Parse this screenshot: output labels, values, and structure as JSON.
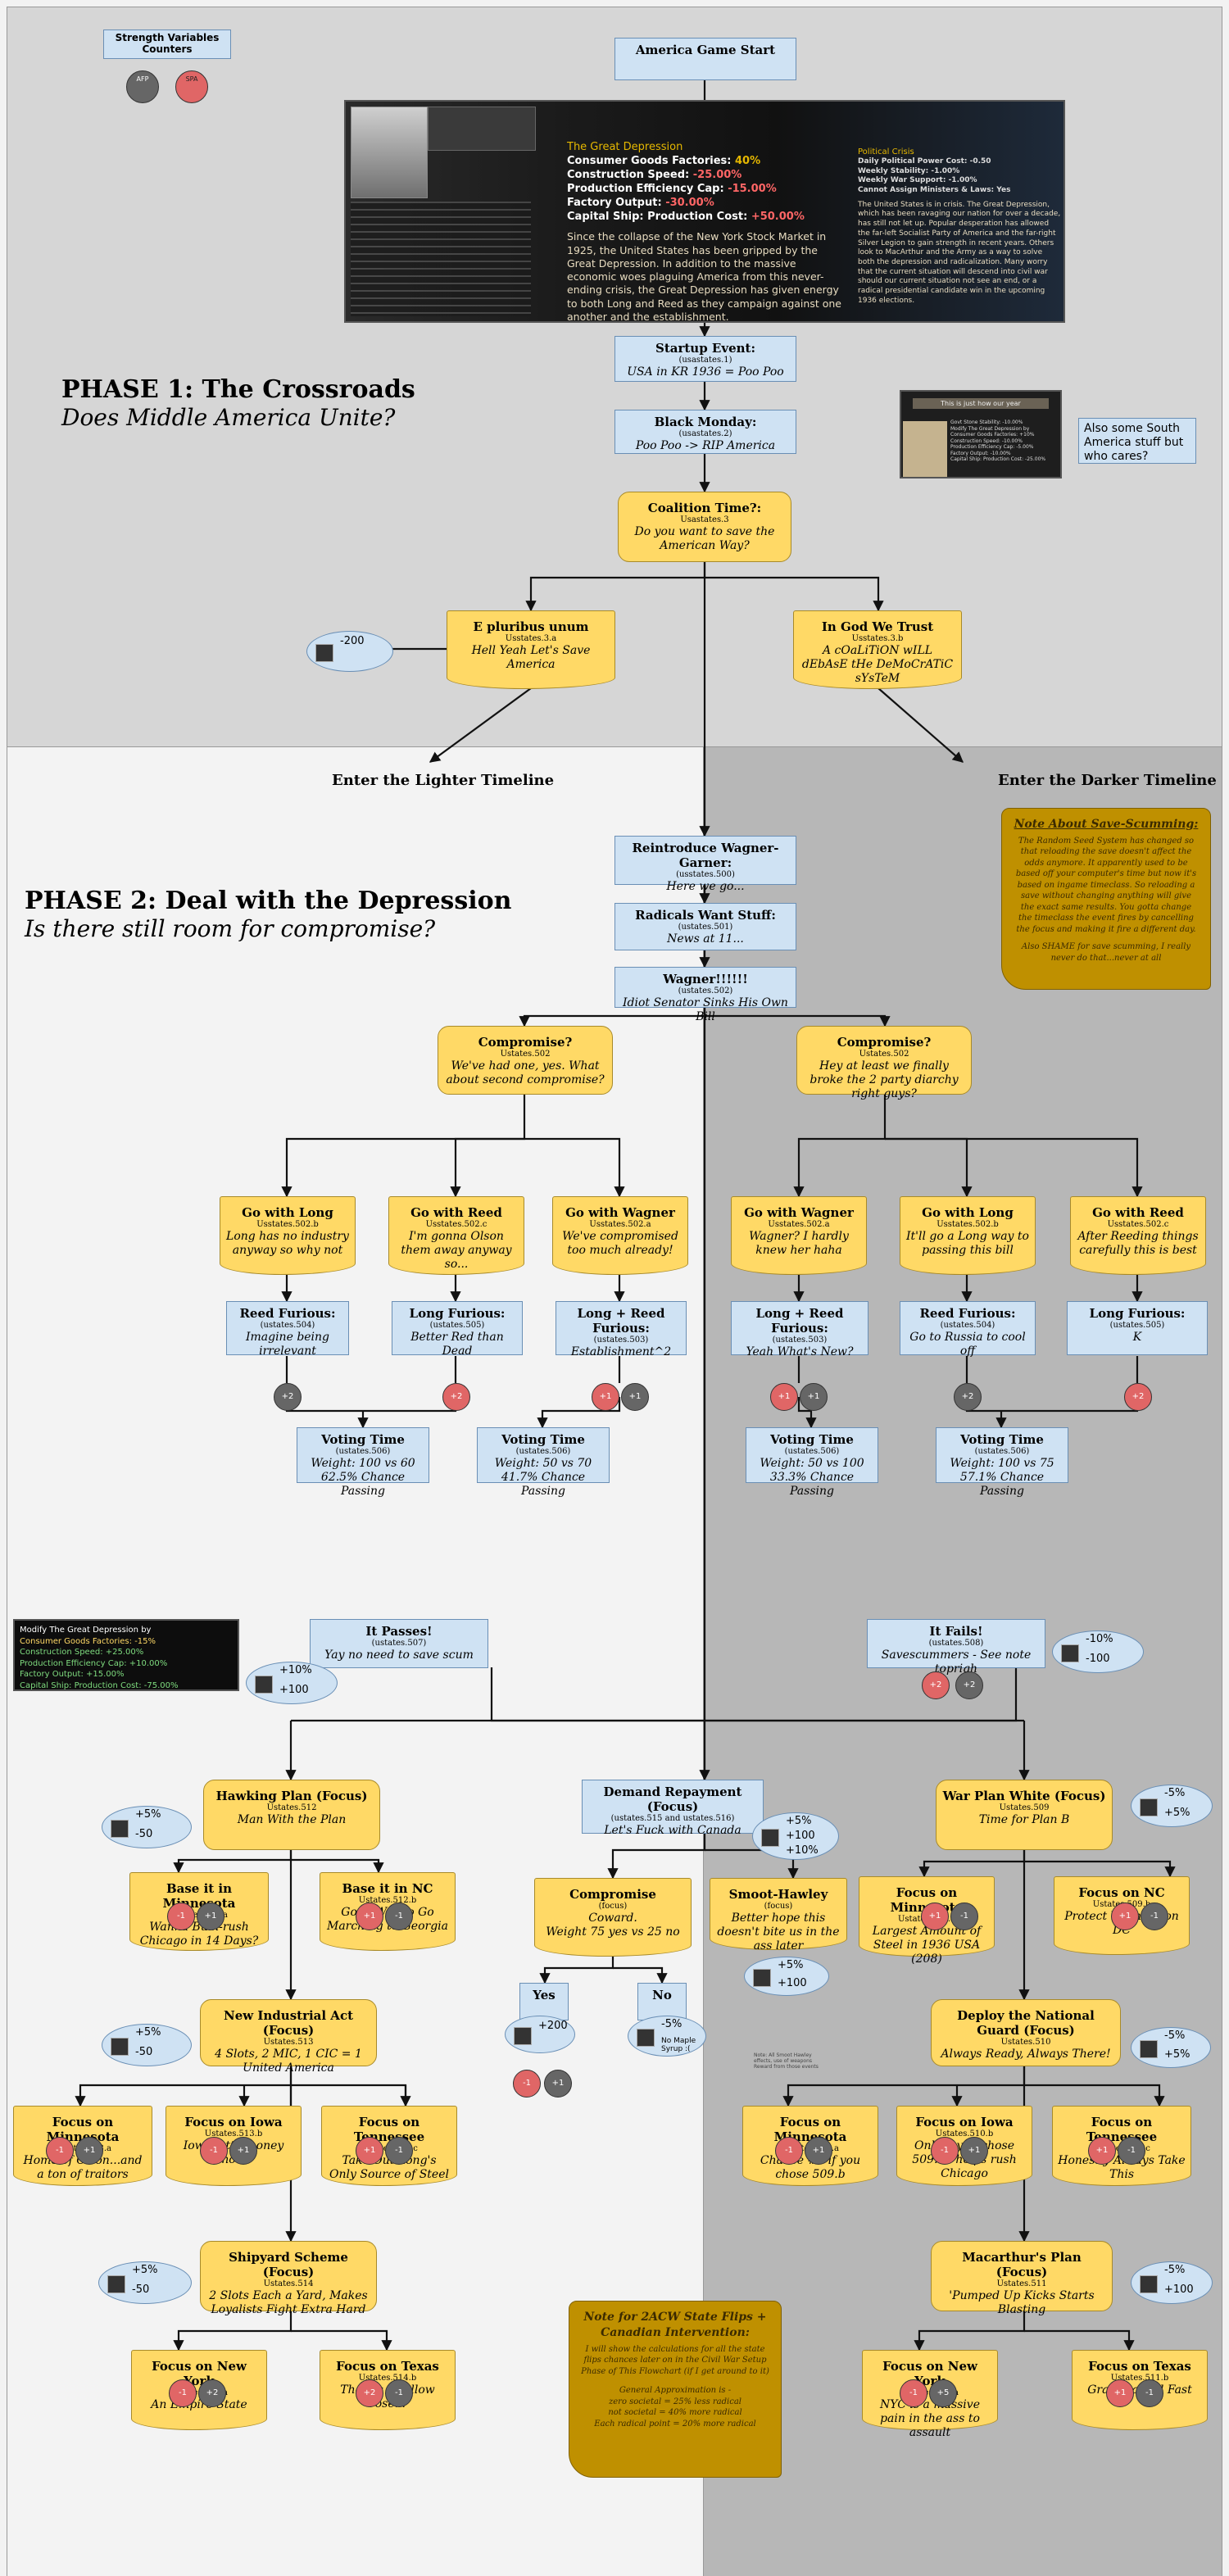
{
  "legend": {
    "title": "Strength Variables Counters",
    "afp": "AFP",
    "spa": "SPA"
  },
  "phase1": {
    "heading": "PHASE 1: The Crossroads",
    "subheading": "Does Middle America Unite?"
  },
  "phase2": {
    "heading": "PHASE 2: Deal with the Depression",
    "subheading": "Is there still room for compromise?"
  },
  "timelines": {
    "lighter": "Enter the Lighter Timeline",
    "darker": "Enter the Darker Timeline"
  },
  "depression_panel": {
    "title": "The Great Depression",
    "modifiers": [
      {
        "label": "Consumer Goods Factories:",
        "value": "40%"
      },
      {
        "label": "Construction Speed:",
        "value": "-25.00%"
      },
      {
        "label": "Production Efficiency Cap:",
        "value": "-15.00%"
      },
      {
        "label": "Factory Output:",
        "value": "-30.00%"
      },
      {
        "label": "Capital Ship:  Production Cost:",
        "value": "+50.00%"
      }
    ],
    "description": "Since the collapse of the New York Stock Market in 1925, the United States has been gripped by the Great Depression. In addition to the massive economic woes plaguing America from this never-ending crisis, the Great Depression has given energy to both Long and Reed as they campaign against one another and the establishment.",
    "right_title": "Political Crisis",
    "right_lines": [
      "Daily Political Power Cost: -0.50",
      "Weekly Stability: -1.00%",
      "Weekly War Support: -1.00%",
      "Cannot Assign Ministers & Laws: Yes"
    ],
    "right_desc": "The United States is in crisis. The Great Depression, which has been ravaging our nation for over a decade, has still not let up. Popular desperation has allowed the far-left Socialist Party of America and the far-right Silver Legion to gain strength in recent years. Others look to MacArthur and the Army as a way to solve both the depression and radicalization. Many worry that the current situation will descend into civil war should our current situation not see an end, or a radical presidential candidate win in the upcoming 1936 elections."
  },
  "small_panel": {
    "header": "This is just how our year",
    "lines": [
      "Govt Stone Stability: -10.00%",
      "Modify The Great Depression by",
      "Consumer Goods Factories: +10%",
      "Construction Speed: -10.00%",
      "Production Efficiency Cap: -5.00%",
      "Factory Output: -10.00%",
      "Capital Ship: Production Cost: -25.00%"
    ]
  },
  "south_note": "Also some South America stuff but who cares?",
  "nodes": {
    "start": {
      "title": "America Game Start"
    },
    "startup": {
      "title": "Startup Event:",
      "sub": "(usastates.1)",
      "body": "USA in KR 1936 = Poo Poo"
    },
    "black_monday": {
      "title": "Black Monday:",
      "sub": "(usastates.2)",
      "body": "Poo Poo -> RIP America"
    },
    "coalition": {
      "title": "Coalition Time?:",
      "sub": "Usastates.3",
      "body": "Do you want to save the American Way?"
    },
    "pluribus": {
      "title": "E pluribus unum",
      "sub": "Usstates.3.a",
      "body": "Hell Yeah Let's Save America"
    },
    "god_trust": {
      "title": "In God We Trust",
      "sub": "Usstates.3.b",
      "body": "A cOaLiTiON wILL dEbAsE tHe DeMoCrATiC sYsTeM"
    },
    "reintroduce": {
      "title": "Reintroduce Wagner-Garner:",
      "sub": "(usstates.500)",
      "body": "Here we go..."
    },
    "radicals": {
      "title": "Radicals Want Stuff:",
      "sub": "(ustates.501)",
      "body": "News at 11..."
    },
    "wagner": {
      "title": "Wagner!!!!!!",
      "sub": "(ustates.502)",
      "body": "Idiot Senator Sinks His Own Bill"
    },
    "comp_l": {
      "title": "Compromise?",
      "sub": "Ustates.502",
      "body": "We've had one, yes. What about second compromise?"
    },
    "comp_r": {
      "title": "Compromise?",
      "sub": "Ustates.502",
      "body": "Hey at least we finally broke the 2 party diarchy right guys?"
    },
    "l_long": {
      "title": "Go with Long",
      "sub": "Usstates.502.b",
      "body": "Long has no industry anyway so why not"
    },
    "l_reed": {
      "title": "Go with Reed",
      "sub": "Usstates.502.c",
      "body": "I'm gonna Olson them away anyway so..."
    },
    "l_wagner": {
      "title": "Go with Wagner",
      "sub": "Usstates.502.a",
      "body": "We've compromised too much already!"
    },
    "r_wagner": {
      "title": "Go with Wagner",
      "sub": "Usstates.502.a",
      "body": "Wagner? I hardly knew her haha"
    },
    "r_long": {
      "title": "Go with Long",
      "sub": "Usstates.502.b",
      "body": "It'll go a Long way to passing this bill"
    },
    "r_reed": {
      "title": "Go with Reed",
      "sub": "Usstates.502.c",
      "body": "After Reeding things carefully this is best"
    },
    "l_reed_f": {
      "title": "Reed Furious:",
      "sub": "(ustates.504)",
      "body": "Imagine being irrelevant"
    },
    "l_long_f": {
      "title": "Long Furious:",
      "sub": "(ustates.505)",
      "body": "Better Red than Dead"
    },
    "l_lr_f": {
      "title": "Long + Reed Furious:",
      "sub": "(ustates.503)",
      "body": "Establishment^2"
    },
    "r_lr_f": {
      "title": "Long + Reed Furious:",
      "sub": "(ustates.503)",
      "body": "Yeah What's New?"
    },
    "r_reed_f": {
      "title": "Reed Furious:",
      "sub": "(ustates.504)",
      "body": "Go to Russia to cool off"
    },
    "r_long_f": {
      "title": "Long Furious:",
      "sub": "(ustates.505)",
      "body": "K"
    },
    "vote1": {
      "title": "Voting Time",
      "sub": "(ustates.506)",
      "body": "Weight: 100 vs 60",
      "body2": "62.5% Chance Passing"
    },
    "vote2": {
      "title": "Voting Time",
      "sub": "(ustates.506)",
      "body": "Weight: 50 vs 70",
      "body2": "41.7% Chance Passing"
    },
    "vote3": {
      "title": "Voting Time",
      "sub": "(ustates.506)",
      "body": "Weight: 50 vs 100",
      "body2": "33.3% Chance Passing"
    },
    "vote4": {
      "title": "Voting Time",
      "sub": "(ustates.506)",
      "body": "Weight: 100 vs 75",
      "body2": "57.1% Chance Passing"
    },
    "passes": {
      "title": "It Passes!",
      "sub": "(ustates.507)",
      "body": "Yay no need to save scum"
    },
    "fails": {
      "title": "It Fails!",
      "sub": "(ustates.508)",
      "body": "Savescummers - See note toprigh"
    },
    "hawking": {
      "title": "Hawking Plan (Focus)",
      "sub": "Ustates.512",
      "body": "Man With the Plan"
    },
    "demand": {
      "title": "Demand Repayment (Focus)",
      "sub": "(ustates.515 and ustates.516)",
      "body": "Let's Fuck with Canada"
    },
    "warplan": {
      "title": "War Plan White (Focus)",
      "sub": "Ustates.509",
      "body": "Time for Plan B"
    },
    "base_mn": {
      "title": "Base it in Minnesota",
      "sub": "Ustates.512.a",
      "body": "Wanna Bum-rush Chicago in 14 Days?"
    },
    "base_nc": {
      "title": "Base it in NC",
      "sub": "Ustates.512.b",
      "body": "Good Way to Go Marching to Georgia"
    },
    "compromise": {
      "title": "Compromise",
      "sub": "(focus)",
      "body": "Coward.",
      "body2": "Weight 75 yes vs 25 no"
    },
    "smoot": {
      "title": "Smoot-Hawley",
      "sub": "(focus)",
      "body": "Better hope this doesn't bite us in the ass later"
    },
    "focus_mn_w": {
      "title": "Focus on Minnesota",
      "sub": "Ustates.509.a",
      "body": "Largest Amount of Steel in 1936 USA (208)"
    },
    "focus_nc_w": {
      "title": "Focus on NC",
      "sub": "Ustates.509.b",
      "body": "Protect Washington DC"
    },
    "yes": {
      "title": "Yes"
    },
    "no": {
      "title": "No"
    },
    "nia": {
      "title": "New Industrial Act (Focus)",
      "sub": "Ustates.513",
      "body": "4 Slots, 2 MIC, 1 CIC = 1 United America"
    },
    "guard": {
      "title": "Deploy the National Guard (Focus)",
      "sub": "Ustates.510",
      "body": "Always Ready, Always There!"
    },
    "n_mn": {
      "title": "Focus on Minnesota",
      "sub": "Ustates.513.a",
      "body": "Home of Olson...and a ton of traitors"
    },
    "n_ia": {
      "title": "Focus on Iowa",
      "sub": "Ustates.513.b",
      "body": "Iowa lotta money now"
    },
    "n_tn": {
      "title": "Focus on Tennessee",
      "sub": "Ustates.513.c",
      "body": "Take Out Long's Only Source of Steel"
    },
    "g_mn": {
      "title": "Focus on Minnesota",
      "sub": "Ustates.510.a",
      "body": "Chance #2 if you chose 509.b"
    },
    "g_ia": {
      "title": "Focus on Iowa",
      "sub": "Ustates.510.b",
      "body": "Only if you chose 509.a - helps rush Chicago"
    },
    "g_tn": {
      "title": "Focus on Tennessee",
      "sub": "Ustates.510.c",
      "body": "Honestly Always Take This"
    },
    "shipyard": {
      "title": "Shipyard Scheme (Focus)",
      "sub": "Ustates.514",
      "body": "2 Slots Each a Yard, Makes Loyalists Fight Extra Hard"
    },
    "macarthur": {
      "title": "Macarthur's Plan (Focus)",
      "sub": "Ustates.511",
      "body": "'Pumped Up Kicks Starts Blasting"
    },
    "s_ny": {
      "title": "Focus on New York",
      "sub": "Ustates.514.a",
      "body": "An Empire State"
    },
    "s_tx": {
      "title": "Focus on Texas",
      "sub": "Ustates.514.b",
      "body": "There's a yellow rose..."
    },
    "m_ny": {
      "title": "Focus on New York",
      "sub": "Ustates.511.a",
      "body": "NYC is a massive pain in the ass to assault"
    },
    "m_tx": {
      "title": "Focus on Texas",
      "sub": "Ustates.511.b",
      "body": "Grab that Oil Fast"
    }
  },
  "scroll_save": {
    "title": "Note About Save-Scumming:",
    "body": "The Random Seed System has changed so that reloading the save doesn't affect the odds anymore. It apparently used to be based off your computer's time but now it's based on ingame timeclass. So reloading a save without changing anything will give the exact same results. You gotta change the timeclass the event fires by cancelling the focus and making it fire a different day.",
    "body2": "Also SHAME for save scumming, I really never do that...never at all"
  },
  "scroll_acw": {
    "title": "Note for 2ACW State Flips + Canadian Intervention:",
    "body": "I will show the calculations for all the state flips chances later on in the Civil War Setup Phase of This Flowchart (if I get around to it)",
    "body2": "General Approximation is -\nzero societal = 25% less radical\nnot societal = 40% more radical\nEach radical point = 20% more radical"
  },
  "passes_modifier": {
    "lines": [
      "Modify The Great Depression by",
      "Consumer Goods Factories: -15%",
      "Construction Speed: +25.00%",
      "Production Efficiency Cap: +10.00%",
      "Factory Output: +15.00%",
      "Capital Ship: Production Cost: -75.00%"
    ]
  },
  "small_note": "Note: All Smoot Hawley effects, use of weapons Reward from those events",
  "effects": {
    "pluribus": "-200",
    "passes": [
      "+10%",
      "+100"
    ],
    "fails": [
      "-10%",
      "-100"
    ],
    "hawking": [
      "+5%",
      "-50"
    ],
    "demand": [
      "+5%",
      "+100",
      "+10%"
    ],
    "warplan": [
      "-5%",
      "+5%"
    ],
    "smoot": [
      "+5%",
      "+100"
    ],
    "nia": [
      "+5%",
      "-50"
    ],
    "yes": "+200",
    "no": [
      "-5%",
      "No Maple Syrup :("
    ],
    "guard": [
      "-5%",
      "+5%"
    ],
    "shipyard": [
      "+5%",
      "-50"
    ],
    "macarthur": [
      "-5%",
      "+100"
    ]
  },
  "counters": {
    "l_long": [
      "+2"
    ],
    "l_reed": [
      "+2"
    ],
    "l_wagner": [
      "+1",
      "+1"
    ],
    "r_wagner": [
      "+1",
      "+1"
    ],
    "r_long": [
      "+2"
    ],
    "r_reed": [
      "+2"
    ],
    "fails": [
      "+2",
      "+2"
    ],
    "base_mn": [
      "-1",
      "+1"
    ],
    "base_nc": [
      "+1",
      "-1"
    ],
    "yes": [
      "-1",
      "+1"
    ],
    "focus_mn_w": [
      "+1",
      "-1"
    ],
    "focus_nc_w": [
      "+1",
      "-1"
    ],
    "n_mn": [
      "-1",
      "+1"
    ],
    "n_ia": [
      "-1",
      "+1"
    ],
    "n_tn": [
      "+1",
      "-1"
    ],
    "g_mn": [
      "-1",
      "+1"
    ],
    "g_ia": [
      "-1",
      "+1"
    ],
    "g_tn": [
      "+1",
      "-1"
    ],
    "s_ny": [
      "-1",
      "+2"
    ],
    "s_tx": [
      "+2",
      "-1"
    ],
    "m_ny": [
      "-1",
      "+5"
    ],
    "m_tx": [
      "+1",
      "-1"
    ]
  },
  "colors": {
    "blue_fill": "#cfe2f3",
    "yellow_fill": "#ffd966",
    "red": "#e06666",
    "grey": "#666666",
    "dark_bg": "#b7b7b7",
    "gold": "#bf9000"
  }
}
